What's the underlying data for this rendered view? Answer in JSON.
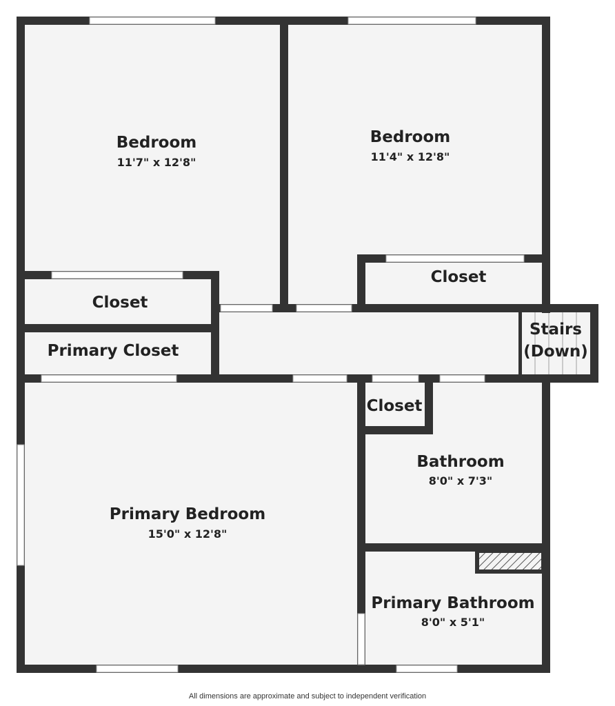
{
  "colors": {
    "wall": "#333333",
    "floor": "#f4f4f4",
    "window": "#ffffff",
    "text": "#222222"
  },
  "rooms": {
    "bedroom_left": {
      "name": "Bedroom",
      "dims": "11'7\" x 12'8\""
    },
    "bedroom_right": {
      "name": "Bedroom",
      "dims": "11'4\" x 12'8\""
    },
    "closet_left": {
      "name": "Closet"
    },
    "closet_right": {
      "name": "Closet"
    },
    "primary_closet": {
      "name": "Primary Closet"
    },
    "stairs": {
      "line1": "Stairs",
      "line2": "(Down)"
    },
    "closet_hall": {
      "name": "Closet"
    },
    "bathroom": {
      "name": "Bathroom",
      "dims": "8'0\" x 7'3\""
    },
    "primary_bedroom": {
      "name": "Primary Bedroom",
      "dims": "15'0\" x 12'8\""
    },
    "primary_bathroom": {
      "name": "Primary Bathroom",
      "dims": "8'0\" x 5'1\""
    }
  },
  "disclaimer": "All dimensions are approximate and subject to independent verification"
}
